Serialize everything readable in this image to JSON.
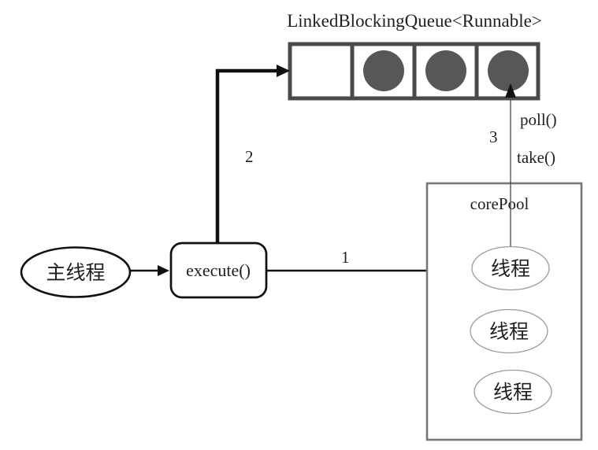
{
  "diagram": {
    "title": "LinkedBlockingQueue<Runnable>",
    "queue": {
      "cells": [
        "empty",
        "filled",
        "filled",
        "filled"
      ]
    },
    "arrows": {
      "step1_label": "1",
      "step2_label": "2",
      "step3_label": "3"
    },
    "methods": {
      "poll": "poll()",
      "take": "take()",
      "execute": "execute()"
    },
    "main_thread_label": "主线程",
    "core_pool": {
      "label": "corePool",
      "threads": [
        "线程",
        "线程",
        "线程"
      ]
    },
    "colors": {
      "queue_border": "#4a4a4a",
      "task_fill": "#575757",
      "pool_border": "#767676",
      "thread_ellipse_border": "#9a9a9a",
      "thin_line": "#555555",
      "line": "#111111"
    }
  }
}
